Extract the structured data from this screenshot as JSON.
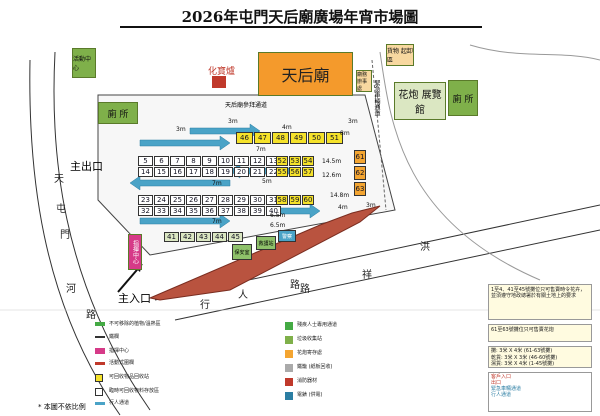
{
  "title": "2026年屯門天后廟廣場年宵市場圖",
  "places": {
    "temple": "天后廟",
    "burner": "化寶爐",
    "worship_path": "天后廟參拜通道",
    "toilet_left": "廁 所",
    "toilet_right": "廁 所",
    "expo": "花炮 展覽館",
    "cargo": "貨物 起卸區",
    "emergency_lane": "緊急車輛通道",
    "main_exit": "主出口",
    "main_entrance": "主入口",
    "command_center": "指揮中心",
    "activity_center": "活動中心",
    "temple_office": "廟務辦事處",
    "garden_stalls": [
      "保安室",
      "救護站",
      "警察"
    ]
  },
  "roads": {
    "left_road": [
      "天",
      "屯",
      "門",
      "河",
      "路"
    ],
    "bottom_road": [
      "行",
      "人",
      "路"
    ],
    "right_road": [
      "洪",
      "祥",
      "路"
    ]
  },
  "stalls": {
    "row1": [
      "46",
      "47",
      "48",
      "49",
      "50",
      "51"
    ],
    "row2a": [
      "5",
      "6",
      "7",
      "8",
      "9",
      "10",
      "11",
      "12",
      "13"
    ],
    "row2b": [
      "52",
      "53",
      "54"
    ],
    "row3a": [
      "14",
      "15",
      "16",
      "17",
      "18",
      "19",
      "20",
      "21",
      "22"
    ],
    "row3b": [
      "55",
      "56",
      "57"
    ],
    "row4a": [
      "23",
      "24",
      "25",
      "26",
      "27",
      "28",
      "29",
      "30",
      "31"
    ],
    "row4b": [
      "58",
      "59",
      "60"
    ],
    "row5a": [
      "32",
      "33",
      "34",
      "35",
      "36",
      "37",
      "38",
      "39",
      "40"
    ],
    "row6": [
      "41",
      "42",
      "43",
      "44",
      "45"
    ],
    "side": [
      "61",
      "62",
      "63"
    ],
    "vertical": [
      "8m"
    ]
  },
  "dimensions": [
    "3m",
    "4m",
    "3m",
    "7m",
    "14.5m",
    "12.6m",
    "5m",
    "7m",
    "7m",
    "14.8m",
    "4m",
    "6.5m",
    "6.5m",
    "3m",
    "8m",
    "3m"
  ],
  "notes": {
    "note1": "1至4、41至45號攤位只可售賣時令花卉，並須遵守地政總署於有關土地上的要求",
    "note2": "61至63號攤位只可售賣花炮",
    "stall_count": {
      "lines": [
        "攤: 3米 X 4米 (61-63號攤)",
        "乾貨: 3米 X 3米 (46-60號攤)",
        "濕貨: 3米 X 4米 (1-45號攤)"
      ]
    }
  },
  "legend": {
    "items": [
      "不可移除的植物/溫熱區",
      "鐵欄",
      "指揮中心",
      "活動式圍欄",
      "可回收物品回收站",
      "臨時可回收物料存放區",
      "行人通道",
      "殘疾人士專用通道",
      "垃圾收集站",
      "花炮寄存處",
      "鐵籠 (紙板回收)",
      "消防器材",
      "電錶 (供電)"
    ],
    "right_items": [
      "客戶入口",
      "出口",
      "緊急車輛通道",
      "行人通道"
    ],
    "footer": "* 本圖不依比例"
  },
  "colors": {
    "green": "#7fb04a",
    "temple": "#f49a2c",
    "stall_yellow": "#f5e22a",
    "burner": "#c0392b",
    "road_blue": "#4aa3c7",
    "plot_red": "#b9533f"
  }
}
